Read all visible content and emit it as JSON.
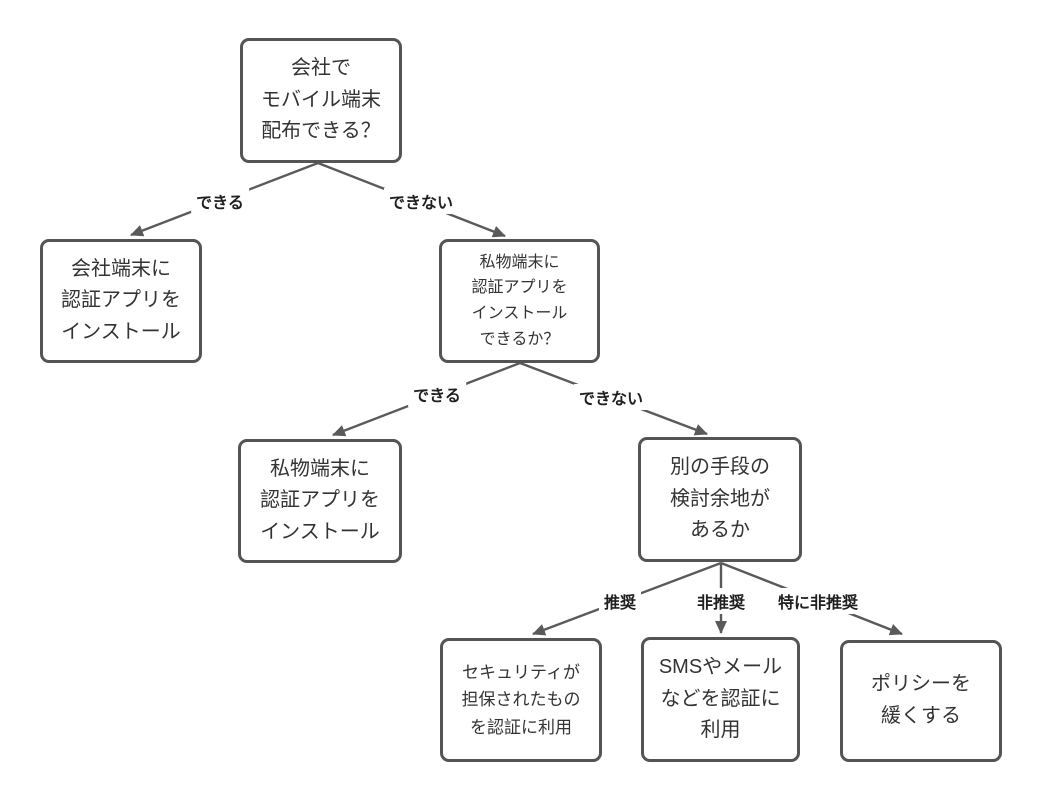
{
  "theme": {
    "background": "#ffffff",
    "node_border": "#545454",
    "edge": "#5a5a5a",
    "node_text": "#333333",
    "label_text": "#1f1f1f"
  },
  "diagram": {
    "type": "flowchart-decision-tree",
    "nodes": [
      {
        "id": "can-company-distribute",
        "lines": [
          "会社で",
          "モバイル端末",
          "配布できる？"
        ]
      },
      {
        "id": "install-on-company-device",
        "lines": [
          "会社端末に",
          "認証アプリを",
          "インストール"
        ]
      },
      {
        "id": "can-install-on-personal-device",
        "lines": [
          "私物端末に",
          "認証アプリを",
          "インストール",
          "できるか？"
        ]
      },
      {
        "id": "install-on-personal-device",
        "lines": [
          "私物端末に",
          "認証アプリを",
          "インストール"
        ]
      },
      {
        "id": "other-means-available",
        "lines": [
          "別の手段の",
          "検討余地が",
          "あるか"
        ]
      },
      {
        "id": "use-secure-method",
        "lines": [
          "セキュリティが",
          "担保されたもの",
          "を認証に利用"
        ]
      },
      {
        "id": "use-sms-email",
        "lines": [
          "SMSやメール",
          "などを認証に",
          "利用"
        ]
      },
      {
        "id": "loosen-policy",
        "lines": [
          "ポリシーを",
          "緩くする"
        ]
      }
    ],
    "edge_labels": [
      {
        "id": "root-can",
        "text": "できる"
      },
      {
        "id": "root-cannot",
        "text": "できない"
      },
      {
        "id": "personal-can",
        "text": "できる"
      },
      {
        "id": "personal-cannot",
        "text": "できない"
      },
      {
        "id": "recommended",
        "text": "推奨"
      },
      {
        "id": "not-recommended",
        "text": "非推奨"
      },
      {
        "id": "strongly-not-recommended",
        "text": "特に非推奨"
      }
    ]
  }
}
